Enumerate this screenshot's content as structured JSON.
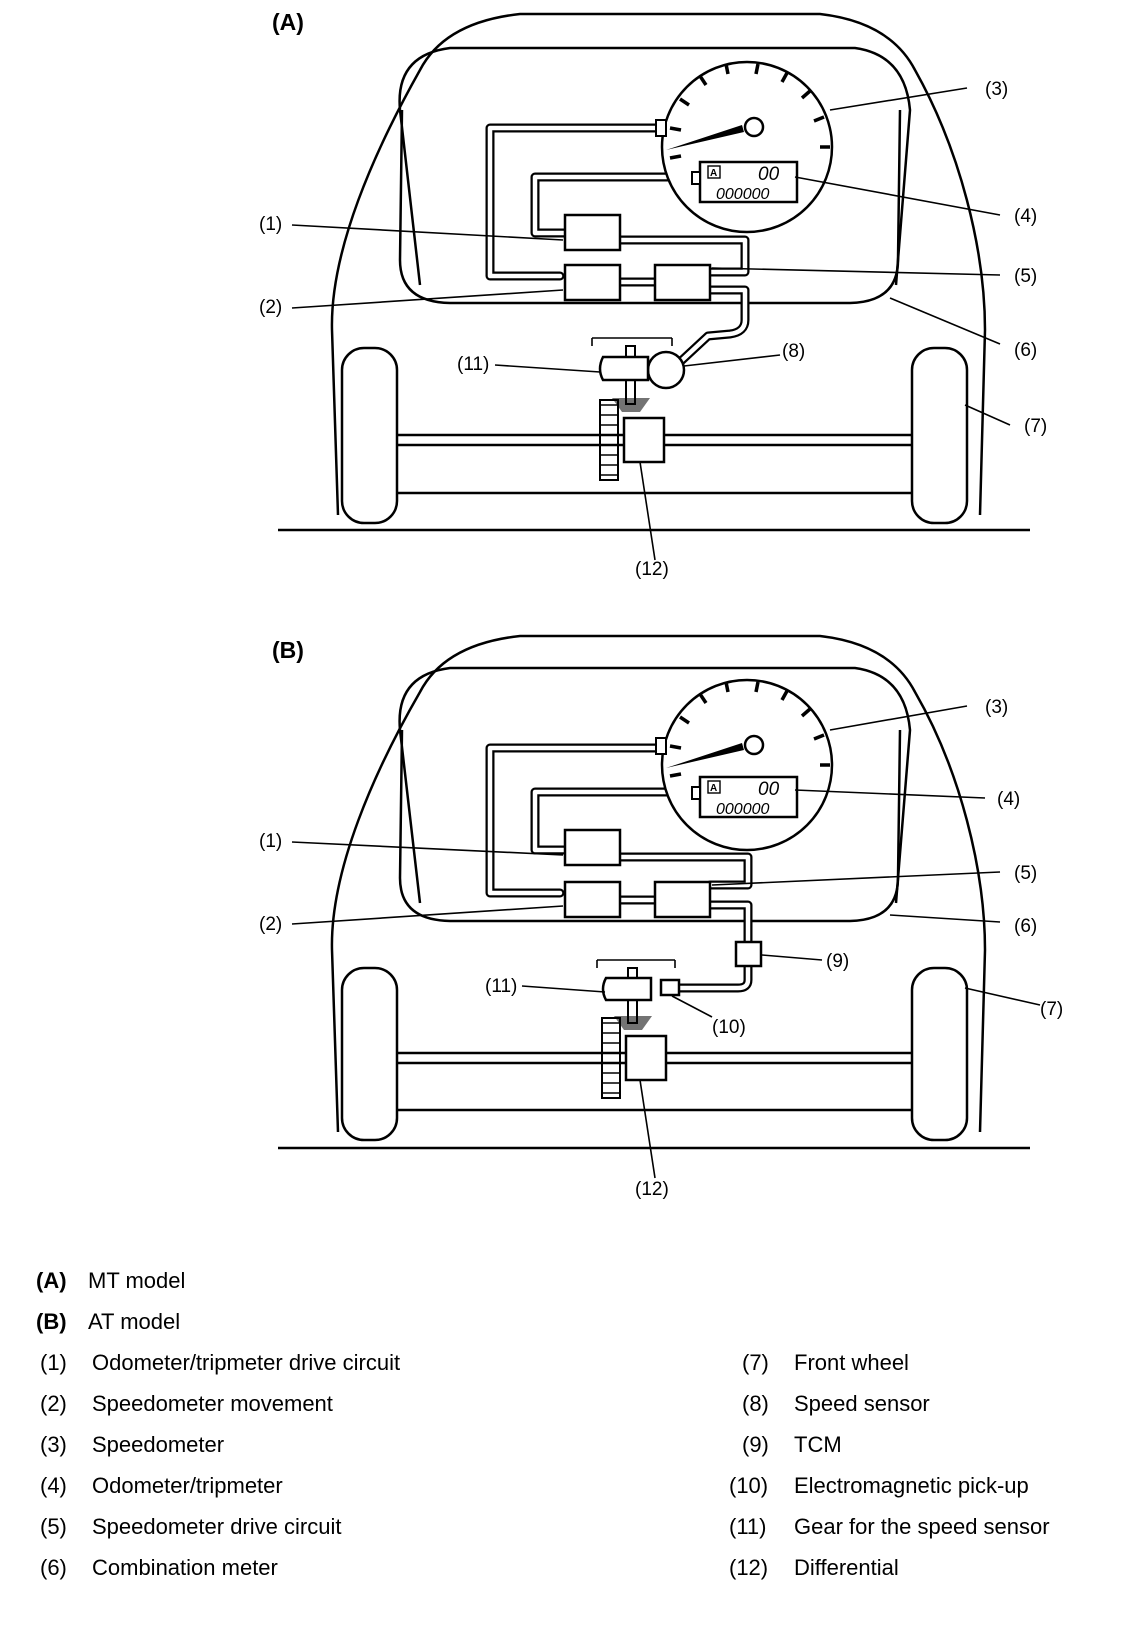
{
  "panels": [
    {
      "id": "A",
      "title": "(A)",
      "meter_reading": "00",
      "odo_reading": "000000",
      "lcd_flag": "A"
    },
    {
      "id": "B",
      "title": "(B)",
      "meter_reading": "00",
      "odo_reading": "000000",
      "lcd_flag": "A"
    }
  ],
  "callouts": {
    "c1": "(1)",
    "c2": "(2)",
    "c3": "(3)",
    "c4": "(4)",
    "c5": "(5)",
    "c6": "(6)",
    "c7": "(7)",
    "c8": "(8)",
    "c9": "(9)",
    "c10": "(10)",
    "c11": "(11)",
    "c12": "(12)"
  },
  "legend": [
    {
      "key": "(A)",
      "label": "MT model"
    },
    {
      "key": "(B)",
      "label": "AT model"
    },
    {
      "key": "(1)",
      "label": "Odometer/tripmeter drive circuit"
    },
    {
      "key": "(2)",
      "label": "Speedometer movement"
    },
    {
      "key": "(3)",
      "label": "Speedometer"
    },
    {
      "key": "(4)",
      "label": "Odometer/tripmeter"
    },
    {
      "key": "(5)",
      "label": "Speedometer drive circuit"
    },
    {
      "key": "(6)",
      "label": "Combination meter"
    },
    {
      "key": "(7)",
      "label": "Front wheel"
    },
    {
      "key": "(8)",
      "label": "Speed sensor"
    },
    {
      "key": "(9)",
      "label": "TCM"
    },
    {
      "key": "(10)",
      "label": "Electromagnetic pick-up"
    },
    {
      "key": "(11)",
      "label": "Gear for the speed sensor"
    },
    {
      "key": "(12)",
      "label": "Differential"
    }
  ]
}
